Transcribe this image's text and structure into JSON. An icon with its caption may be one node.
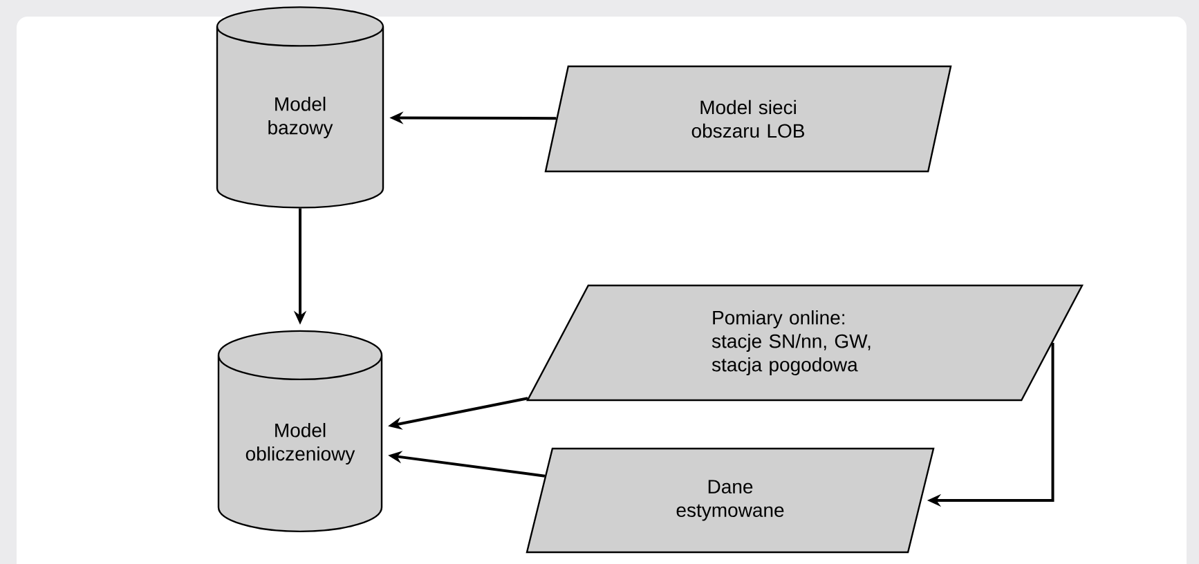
{
  "diagram": {
    "nodes": [
      {
        "text": [
          "Model bazowy"
        ]
      },
      {
        "text": [
          "Model sieci obszaru LOB"
        ]
      },
      {
        "text": [
          "Pomiary online: stacje SN/nn, GW, stacja pogodowa"
        ]
      },
      {
        "text": [
          "Model obliczeniowy"
        ]
      },
      {
        "text": [
          "Dane estymowane"
        ]
      }
    ],
    "edges": [
      {
        "from": 1,
        "to": 0,
        "arrow": "to"
      },
      {
        "from": 0,
        "to": 3,
        "arrow": "to"
      },
      {
        "from": 2,
        "to": 3,
        "arrow": "to"
      },
      {
        "from": 4,
        "to": 3,
        "arrow": "to"
      },
      {
        "from": 2,
        "to": 4,
        "arrow": "to"
      }
    ]
  }
}
